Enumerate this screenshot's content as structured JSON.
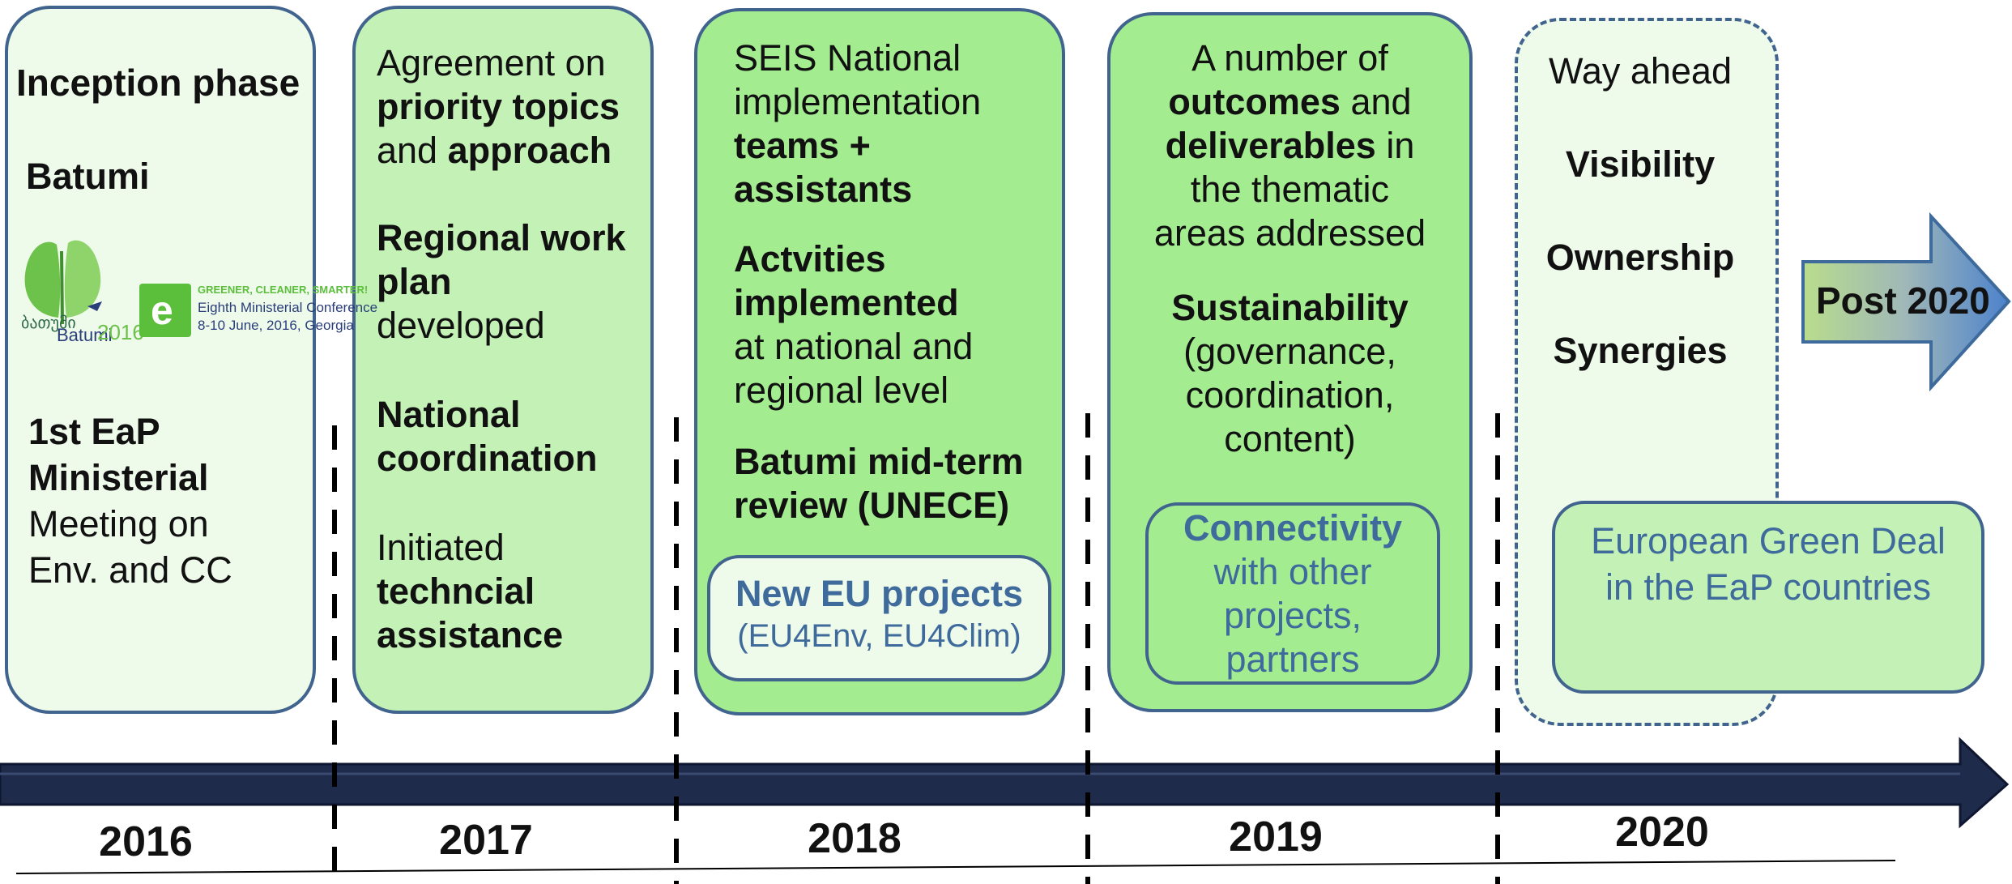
{
  "colors": {
    "box_light": "#eefaea",
    "box_mid": "#c4f2b6",
    "box_strong": "#a4ec90",
    "border": "#41648f",
    "arrow_dark": "#1e2b4b",
    "accent_text": "#3e6a9c"
  },
  "stage2016": {
    "title": "Inception phase",
    "location": "Batumi",
    "logo_left_script": "ბათუმი",
    "logo_left_city": "Batumi",
    "logo_left_year": "2016",
    "logo_right_tagline": "GREENER, CLEANER, SMARTER!",
    "logo_right_line1": "Eighth Ministerial Conference",
    "logo_right_line2": "8-10 June, 2016, Georgia",
    "line1": "1st EaP",
    "line2": "Ministerial",
    "line3": "Meeting on",
    "line4": "Env. and CC"
  },
  "stage2017": {
    "l1": "Agreement on",
    "l2": "priority topics",
    "l3a": "and ",
    "l3b": "approach",
    "l4": "Regional work",
    "l5": "plan",
    "l6": "developed",
    "l7": "National",
    "l8": "coordination",
    "l9": "Initiated",
    "l10": "techncial",
    "l11": "assistance"
  },
  "stage2018": {
    "l1": "SEIS National",
    "l2": "implementation",
    "l3": "teams +",
    "l4": "assistants",
    "l5": "Actvities",
    "l6": "implemented",
    "l7": "at national and",
    "l8": "regional level",
    "l9": "Batumi mid-term",
    "l10": "review (UNECE)",
    "inner_title": "New EU projects",
    "inner_sub": "(EU4Env, EU4Clim)"
  },
  "stage2019": {
    "l1": "A number of",
    "l2a": "outcomes",
    "l2b": " and",
    "l3a": "deliverables",
    "l3b": " in",
    "l4": "the thematic",
    "l5": "areas addressed",
    "l6": "Sustainability",
    "l7": "(governance,",
    "l8": "coordination,",
    "l9": "content)",
    "inner_title": "Connectivity",
    "inner_l2": "with other",
    "inner_l3": "projects,",
    "inner_l4": "partners"
  },
  "stage2020": {
    "l1": "Way ahead",
    "l2": "Visibility",
    "l3": "Ownership",
    "l4": "Synergies",
    "green_deal_l1": "European Green Deal",
    "green_deal_l2": "in the EaP countries"
  },
  "post2020": "Post 2020",
  "years": [
    "2016",
    "2017",
    "2018",
    "2019",
    "2020"
  ]
}
